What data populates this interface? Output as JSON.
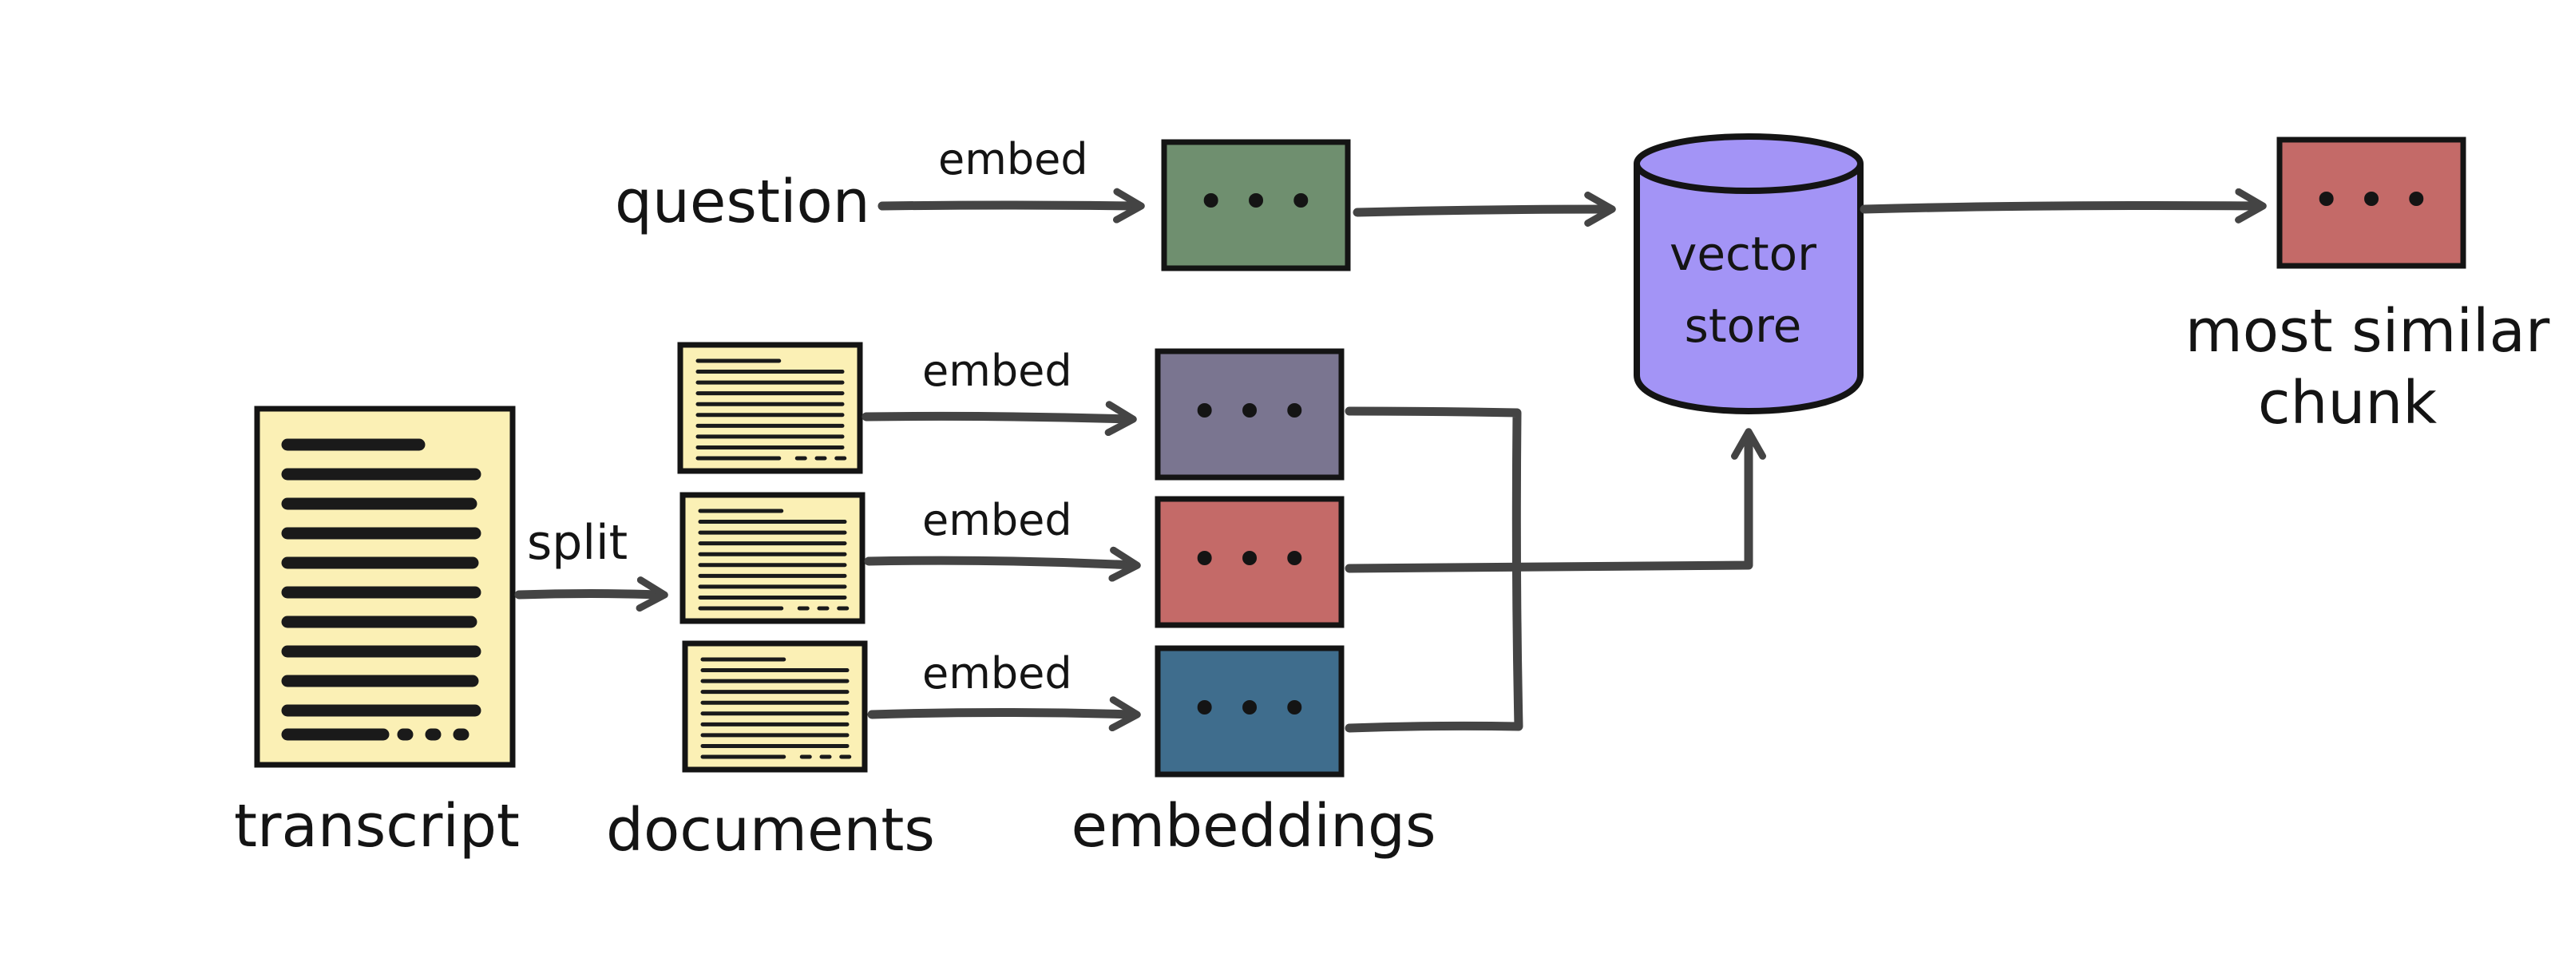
{
  "labels": {
    "question": "question",
    "transcript": "transcript",
    "split": "split",
    "documents": "documents",
    "embeddings": "embeddings",
    "vector_store_line1": "vector",
    "vector_store_line2": "store",
    "result_line1": "most similar",
    "result_line2": "chunk"
  },
  "embed_labels": [
    "embed",
    "embed",
    "embed",
    "embed"
  ],
  "embedding_dots": "• • •",
  "colors": {
    "question_embedding": "#6f8f6f",
    "doc_embedding_1": "#7a7590",
    "doc_embedding_2": "#c46a68",
    "doc_embedding_3": "#3f6d8d",
    "vector_store": "#a394f6",
    "result_chunk": "#c46a68",
    "document_paper": "#fbf0b5",
    "arrow": "#444444"
  }
}
